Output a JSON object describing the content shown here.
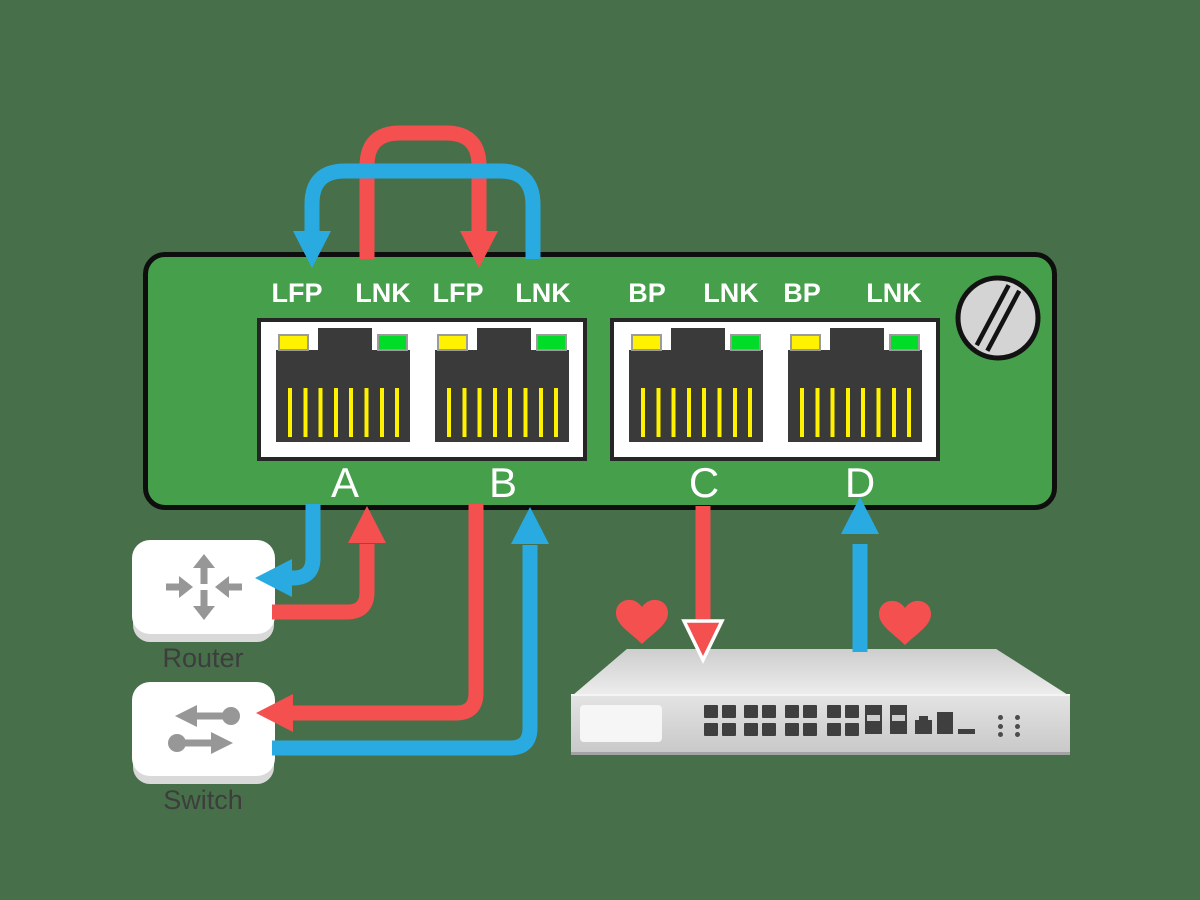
{
  "bypass_panel": {
    "led_labels": [
      "LFP",
      "LNK",
      "LFP",
      "LNK",
      "BP",
      "LNK",
      "BP",
      "LNK"
    ],
    "ports": [
      {
        "letter": "A"
      },
      {
        "letter": "B"
      },
      {
        "letter": "C"
      },
      {
        "letter": "D"
      }
    ]
  },
  "devices": {
    "router": {
      "label": "Router"
    },
    "switch": {
      "label": "Switch"
    }
  },
  "icons": {
    "router": "router-arrows-icon",
    "switch": "switch-arrows-icon",
    "screw": "screw-head-icon",
    "hearts": "heart-icon"
  },
  "colors": {
    "bg": "#47704a",
    "green": "#46a04b",
    "red": "#f4504f",
    "blue": "#29abe2",
    "yellow": "#fff200",
    "ledgreen": "#00dc28"
  }
}
